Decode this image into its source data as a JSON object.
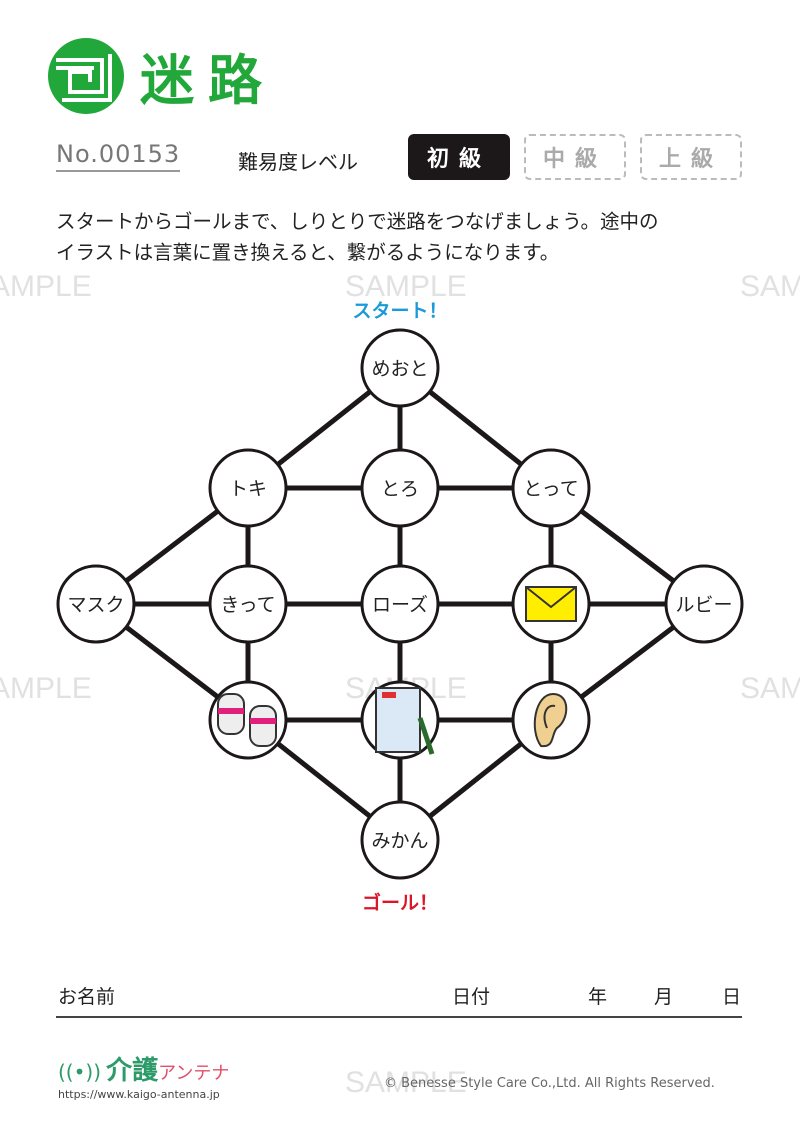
{
  "header": {
    "title": "迷路",
    "number": "No.00153",
    "difficulty_label": "難易度レベル",
    "levels": [
      {
        "label": "初級",
        "selected": true
      },
      {
        "label": "中級",
        "selected": false
      },
      {
        "label": "上級",
        "selected": false
      }
    ]
  },
  "instructions": [
    "スタートからゴールまで、しりとりで迷路をつなげましょう。途中の",
    "イラストは言葉に置き換えると、繋がるようになります。"
  ],
  "maze": {
    "start_label": "スタート！",
    "goal_label": "ゴール！",
    "nodes": [
      {
        "label": "めおと"
      },
      {
        "label": "トキ"
      },
      {
        "label": "とろ"
      },
      {
        "label": "とって"
      },
      {
        "label": "マスク"
      },
      {
        "label": "きって"
      },
      {
        "label": "ローズ"
      },
      {
        "icon": "envelope-icon"
      },
      {
        "label": "ルビー"
      },
      {
        "icon": "mittens-icon"
      },
      {
        "icon": "notepad-icon"
      },
      {
        "icon": "ear-icon"
      },
      {
        "label": "みかん"
      }
    ],
    "edges": [
      [
        0,
        1
      ],
      [
        0,
        2
      ],
      [
        0,
        3
      ],
      [
        1,
        2
      ],
      [
        2,
        3
      ],
      [
        1,
        4
      ],
      [
        1,
        5
      ],
      [
        2,
        6
      ],
      [
        3,
        7
      ],
      [
        3,
        8
      ],
      [
        4,
        5
      ],
      [
        5,
        6
      ],
      [
        6,
        7
      ],
      [
        7,
        8
      ],
      [
        4,
        9
      ],
      [
        5,
        9
      ],
      [
        6,
        10
      ],
      [
        7,
        11
      ],
      [
        8,
        11
      ],
      [
        9,
        10
      ],
      [
        10,
        11
      ],
      [
        9,
        12
      ],
      [
        10,
        12
      ],
      [
        11,
        12
      ]
    ]
  },
  "footer": {
    "name_label": "お名前",
    "date_label": "日付",
    "year": "年",
    "month": "月",
    "day": "日",
    "brand": "介護",
    "brand_kana": "アンテナ",
    "url": "https://www.kaigo-antenna.jp",
    "copyright": "© Benesse Style Care Co.,Ltd. All Rights Reserved."
  },
  "watermark": "SAMPLE",
  "colors": {
    "green": "#22a83a",
    "start": "#1a9ad8",
    "goal": "#d8182a"
  }
}
